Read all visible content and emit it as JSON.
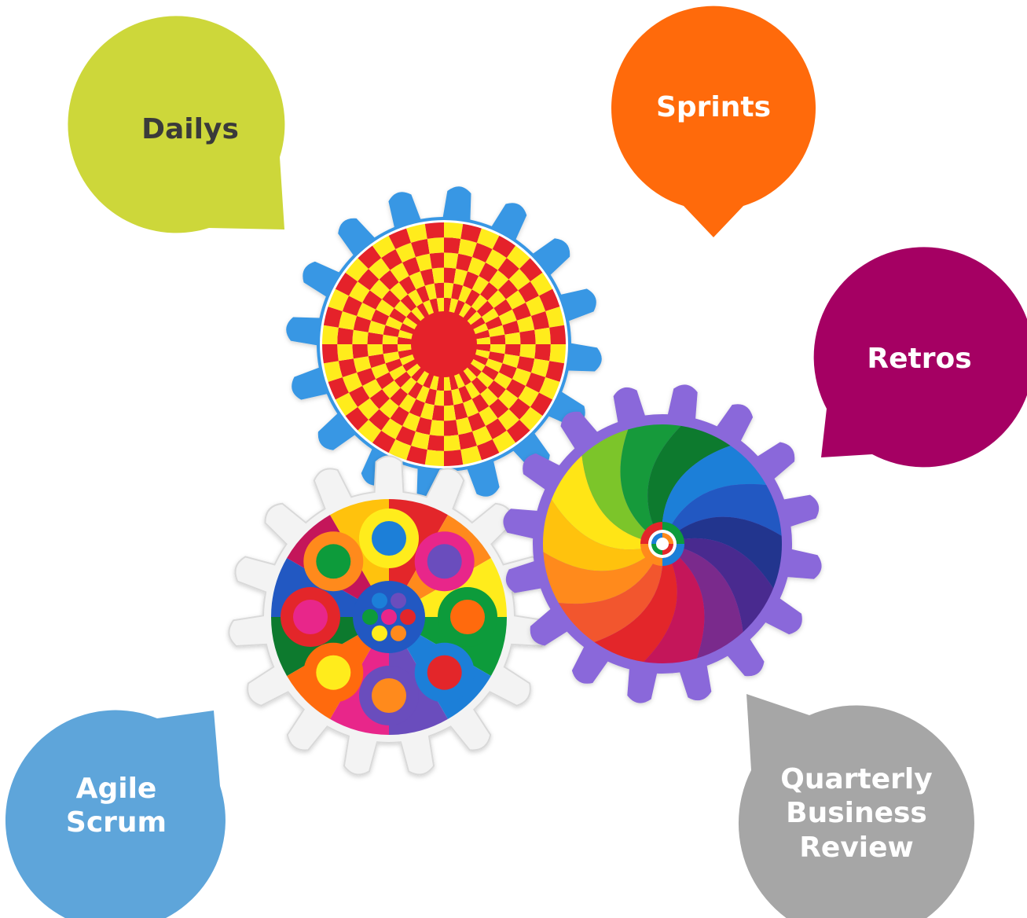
{
  "bubbles": {
    "dailys": {
      "label": "Dailys",
      "color": "#cdd73a",
      "text_color": "#3a3a3a"
    },
    "sprints": {
      "label": "Sprints",
      "color": "#ff6a0b",
      "text_color": "#ffffff"
    },
    "retros": {
      "label": "Retros",
      "color": "#a50063",
      "text_color": "#ffffff"
    },
    "agile_scrum": {
      "lines": [
        "Agile",
        "Scrum"
      ],
      "color": "#5ea5da",
      "text_color": "#ffffff"
    },
    "qbr": {
      "lines": [
        "Quarterly",
        "Business",
        "Review"
      ],
      "color": "#a6a6a6",
      "text_color": "#ffffff"
    }
  },
  "gears": {
    "top": {
      "teeth_color": "#3997e4",
      "stripe_colors": [
        "#e5242a",
        "#ffec1f"
      ]
    },
    "right": {
      "teeth_color": "#8a67da",
      "swirl_colors": [
        "#e3262b",
        "#f2572e",
        "#ff8a1c",
        "#ffc20a",
        "#ffe513",
        "#7cc52a",
        "#199a3a",
        "#0b7a2d",
        "#1c7fd8",
        "#2059c2",
        "#22348e",
        "#4a2b8f",
        "#7a2a8c",
        "#c4125a"
      ]
    },
    "bottom": {
      "teeth_color": "#f3f3f3",
      "petal_colors": [
        "#e3262b",
        "#ff8a1c",
        "#ffec1f",
        "#e8268a",
        "#0f9b3a",
        "#1c7fd8",
        "#6a4dbd",
        "#ff6a0b"
      ]
    }
  }
}
